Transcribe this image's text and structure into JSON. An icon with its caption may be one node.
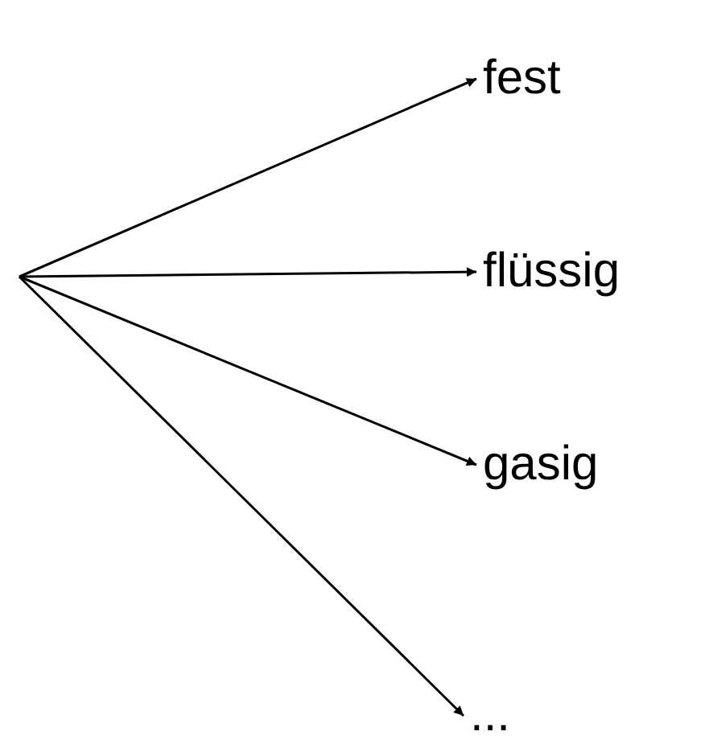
{
  "diagram": {
    "nodes": [
      {
        "text": [
          "fest"
        ]
      },
      {
        "text": [
          "flüssig"
        ]
      },
      {
        "text": [
          "gasig"
        ]
      },
      {
        "text": [
          "..."
        ]
      }
    ],
    "edges": [
      {
        "from": null,
        "to": 0,
        "arrow": "to"
      },
      {
        "from": null,
        "to": 1,
        "arrow": "to"
      },
      {
        "from": null,
        "to": 2,
        "arrow": "to"
      },
      {
        "from": null,
        "to": 3,
        "arrow": "to"
      }
    ]
  }
}
